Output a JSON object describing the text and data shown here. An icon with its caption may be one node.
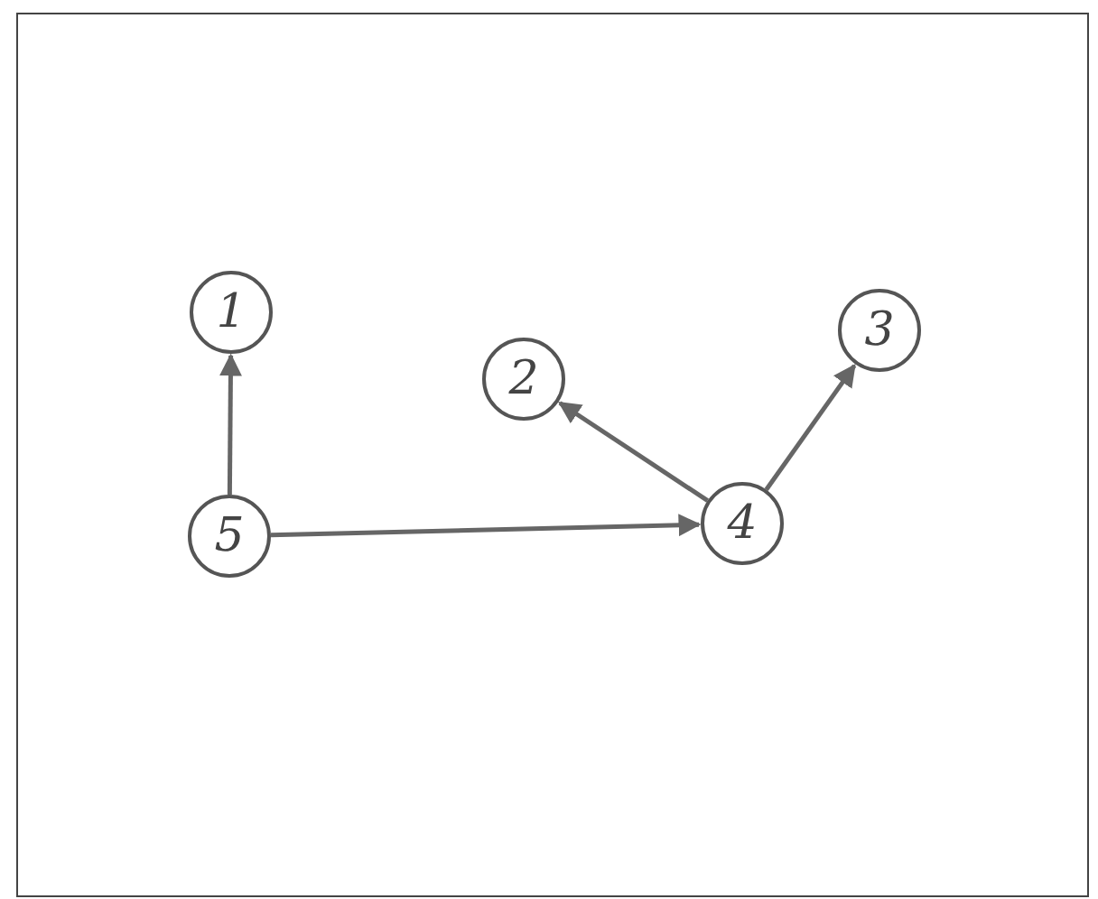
{
  "diagram": {
    "nodes": [
      {
        "text": [
          "1"
        ]
      },
      {
        "text": [
          "2"
        ]
      },
      {
        "text": [
          "3"
        ]
      },
      {
        "text": [
          "5"
        ]
      },
      {
        "text": [
          "4"
        ]
      }
    ],
    "edges": [
      {
        "from": 3,
        "to": 0,
        "arrow": "to"
      },
      {
        "from": 3,
        "to": 4,
        "arrow": "to"
      },
      {
        "from": 4,
        "to": 1,
        "arrow": "to"
      },
      {
        "from": 4,
        "to": 2,
        "arrow": "to"
      }
    ]
  }
}
